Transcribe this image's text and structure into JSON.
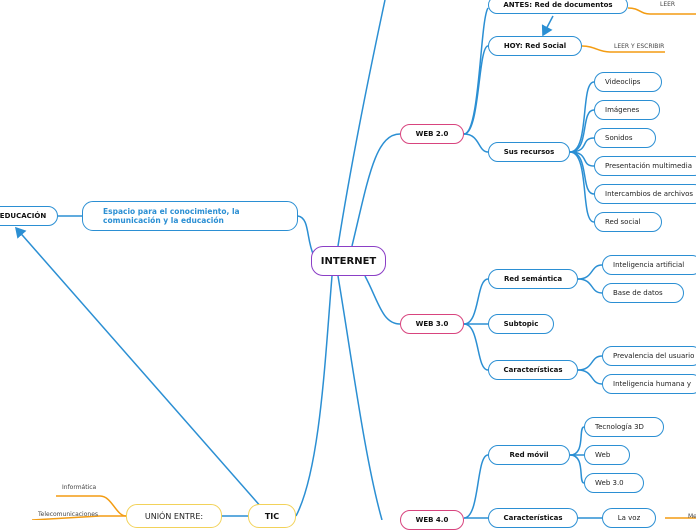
{
  "root": {
    "label": "INTERNET"
  },
  "web20": {
    "label": "WEB 2.0",
    "antes": "ANTES: Red de documentos",
    "antes_note": "LEER",
    "hoy": "HOY: Red Social",
    "hoy_note": "LEER Y ESCRIBIR",
    "recursos": {
      "label": "Sus recursos",
      "items": [
        "Videoclips",
        "Imágenes",
        "Sonidos",
        "Presentación multimedia",
        "Intercambios de archivos",
        "Red social"
      ]
    }
  },
  "web30": {
    "label": "WEB 3.0",
    "semantica": {
      "label": "Red semántica",
      "items": [
        "Inteligencia artificial",
        "Base de datos"
      ]
    },
    "subtopic": "Subtopic",
    "caracteristicas": {
      "label": "Características",
      "items": [
        "Prevalencia del usuario",
        "Inteligencia humana y"
      ]
    }
  },
  "web40": {
    "label": "WEB 4.0",
    "movil": {
      "label": "Red móvil",
      "items": [
        "Tecnología 3D",
        "Web",
        "Web 3.0"
      ]
    },
    "caracteristicas": {
      "label": "Características",
      "items": [
        "La voz"
      ],
      "note": "Me"
    }
  },
  "educacion": {
    "label": "EDUCACIÓN",
    "description": "Espacio para el conocimiento, la comunicación y la educación"
  },
  "tic": {
    "label": "TIC",
    "union": "UNIÓN ENTRE:",
    "notes": [
      "Informática",
      "Telecomunicaciones"
    ]
  },
  "colors": {
    "blue": "#2b8fd3",
    "pink": "#d8447e",
    "purple": "#8b3fc6",
    "orange": "#f39c12",
    "yellow": "#f2d25a"
  }
}
